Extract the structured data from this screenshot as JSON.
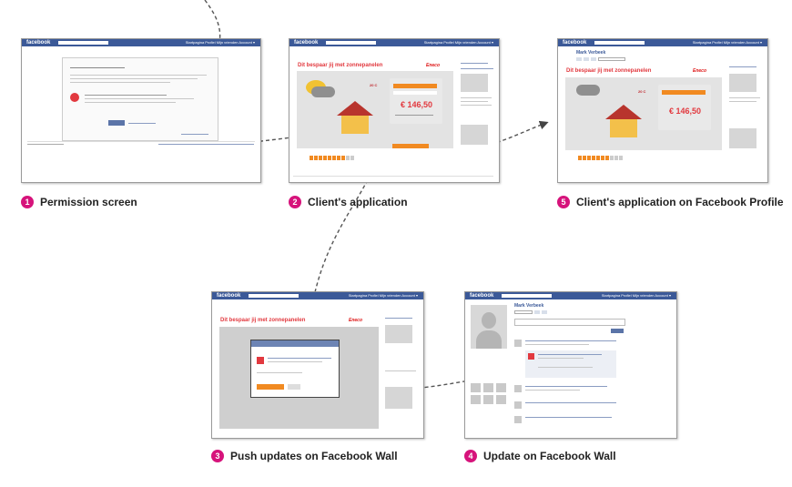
{
  "captions": [
    {
      "num": "1",
      "label": "Permission screen"
    },
    {
      "num": "2",
      "label": "Client's application"
    },
    {
      "num": "3",
      "label": "Push updates on Facebook Wall"
    },
    {
      "num": "4",
      "label": "Update on Facebook Wall"
    },
    {
      "num": "5",
      "label": "Client's application on Facebook Profile"
    }
  ],
  "facebook": {
    "logo": "facebook",
    "nav": "Startpagina  Profiel  Mijn vrienden  Account ▾"
  },
  "app": {
    "title": "Dit bespaar jij met zonnepanelen",
    "brand": "Eneco",
    "price": "€ 146,50",
    "temperature": "20 C"
  },
  "profile": {
    "name": "Mark Verbeek"
  },
  "colors": {
    "facebook_blue": "#3b5998",
    "accent_red": "#e2393f",
    "orange": "#f18a21",
    "badge_magenta": "#d6137b"
  }
}
